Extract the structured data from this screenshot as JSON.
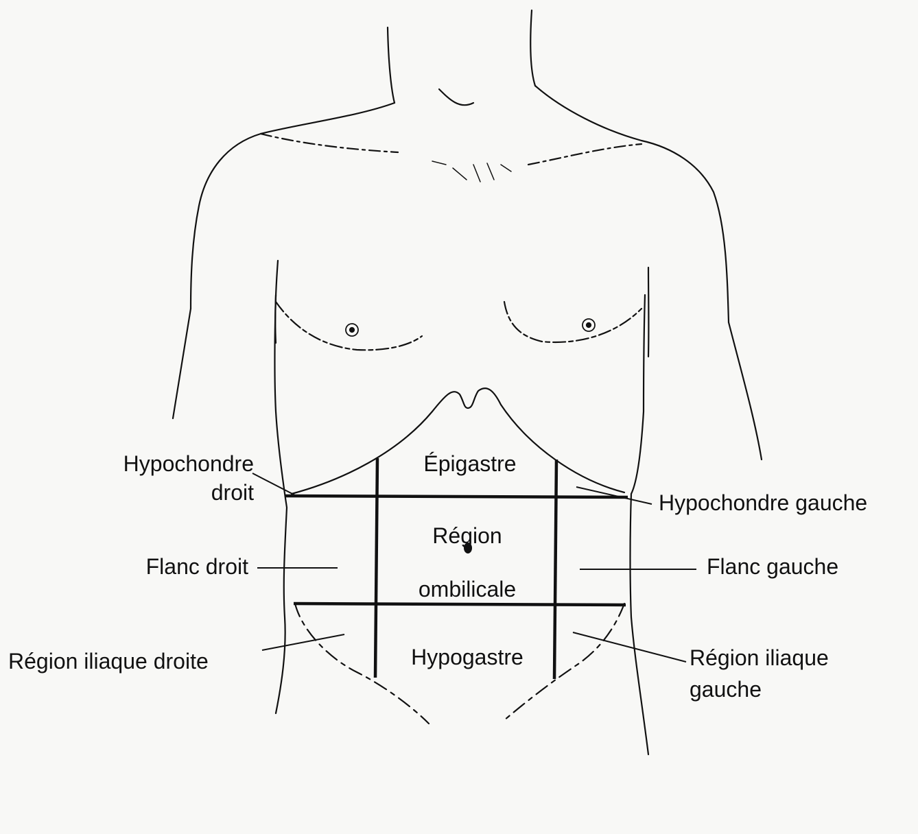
{
  "labels": {
    "hypochondre_droit": [
      "Hypochondre",
      "droit"
    ],
    "epigastre": "Épigastre",
    "hypochondre_gauche": "Hypochondre gauche",
    "region_ombilicale": [
      "Région",
      "ombilicale"
    ],
    "flanc_droit": "Flanc droit",
    "flanc_gauche": "Flanc gauche",
    "region_iliaque_droite": "Région iliaque droite",
    "hypogastre": "Hypogastre",
    "region_iliaque_gauche": [
      "Région iliaque",
      "gauche"
    ]
  },
  "colors": {
    "ink": "#111111",
    "paper": "#f8f8f6"
  }
}
